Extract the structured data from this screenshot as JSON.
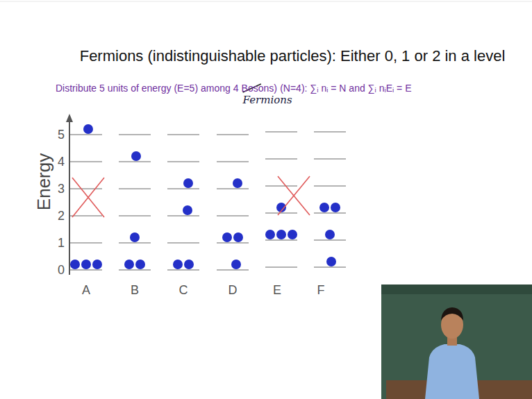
{
  "diagram": {
    "title": "Fermions (indistinguishable particles): Either 0, 1 or 2 in a level",
    "labels": [
      "Distribute 5 units of energy (E=5) among 4",
      "Bosons)",
      "(N=4): ∑ᵢ nᵢ = N and ∑ᵢ nᵢEᵢ = E",
      "Fermions",
      "Energy",
      "5",
      "4",
      "3",
      "2",
      "1",
      "0",
      "A",
      "B",
      "C",
      "D",
      "E",
      "F"
    ]
  }
}
